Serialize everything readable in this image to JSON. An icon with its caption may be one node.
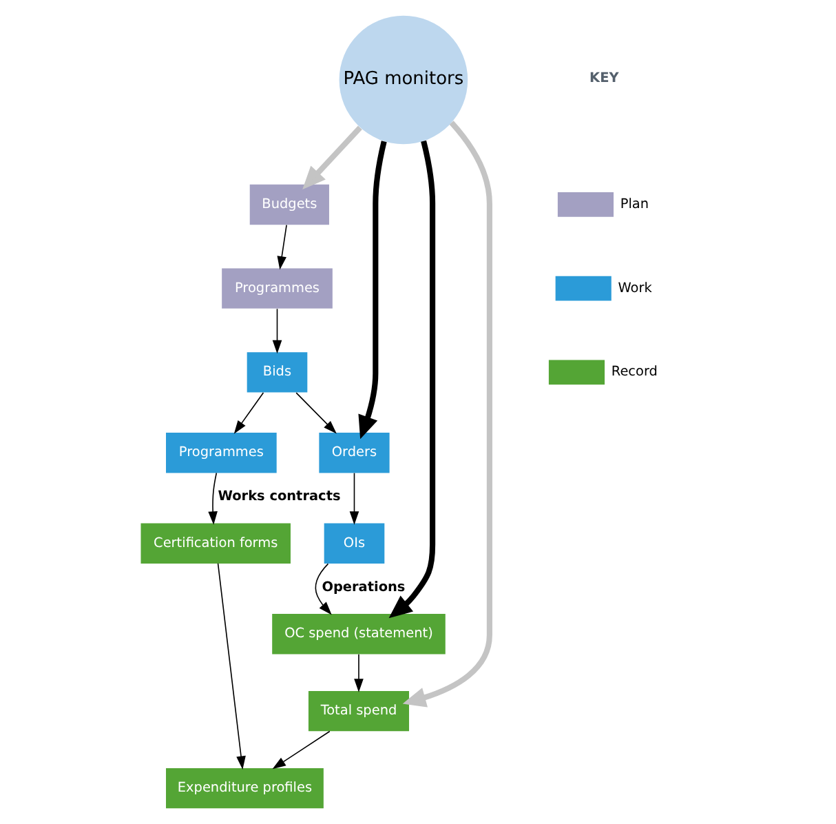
{
  "diagram": {
    "nodes": [
      {
        "text": [
          "PAG monitors"
        ]
      },
      {
        "text": [
          "Budgets"
        ]
      },
      {
        "text": [
          "Programmes"
        ]
      },
      {
        "text": [
          "Bids"
        ]
      },
      {
        "text": [
          "Orders"
        ]
      },
      {
        "text": [
          "OIs"
        ]
      },
      {
        "text": [
          "Programmes"
        ]
      },
      {
        "text": [
          "OC spend (statement)"
        ]
      },
      {
        "text": [
          "Total spend"
        ]
      },
      {
        "text": [
          "Expenditure profiles"
        ]
      },
      {
        "text": [
          "Certification forms"
        ]
      }
    ],
    "edges": [
      {
        "from": 0,
        "to": 1,
        "arrow": "to",
        "style": "thick",
        "color": "#c4c4c4"
      },
      {
        "from": 0,
        "to": 8,
        "arrow": "to",
        "style": "thick",
        "color": "#c4c4c4"
      },
      {
        "from": 0,
        "to": 4,
        "arrow": "to",
        "style": "thick"
      },
      {
        "from": 0,
        "to": 7,
        "arrow": "to",
        "style": "thick"
      },
      {
        "from": 1,
        "to": 2,
        "arrow": "to"
      },
      {
        "from": 2,
        "to": 3,
        "arrow": "to"
      },
      {
        "from": 3,
        "to": 4,
        "arrow": "to"
      },
      {
        "from": 3,
        "to": 6,
        "arrow": "to"
      },
      {
        "from": 4,
        "to": 5,
        "arrow": "to"
      },
      {
        "from": 5,
        "to": 7,
        "arrow": "to",
        "label": "Operations"
      },
      {
        "from": 6,
        "to": 10,
        "arrow": "to",
        "label": "Works contracts"
      },
      {
        "from": 7,
        "to": 8,
        "arrow": "to"
      },
      {
        "from": 8,
        "to": 9,
        "arrow": "to"
      },
      {
        "from": 10,
        "to": 9,
        "arrow": "to"
      }
    ],
    "labels": [
      "KEY"
    ],
    "legend": [
      {
        "text": "Plan",
        "color": "#a3a0c2"
      },
      {
        "text": "Work",
        "color": "#2b9bd8"
      },
      {
        "text": "Record",
        "color": "#54a535"
      }
    ]
  }
}
